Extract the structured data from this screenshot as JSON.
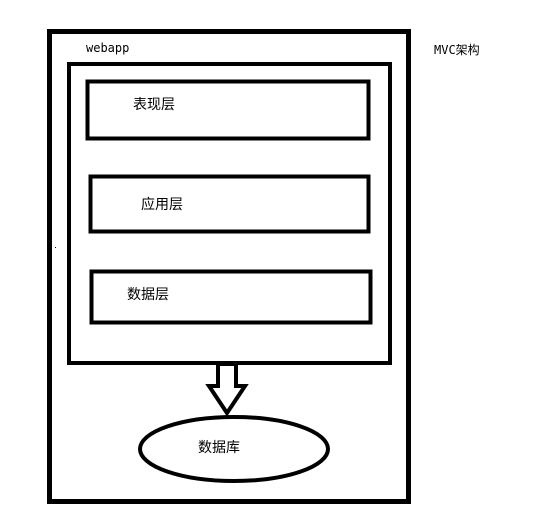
{
  "diagram": {
    "title": "MVC架构",
    "container_label": "webapp",
    "layers": [
      {
        "label": "表现层"
      },
      {
        "label": "应用层"
      },
      {
        "label": "数据层"
      }
    ],
    "database_label": "数据库",
    "colors": {
      "stroke": "#000000",
      "background": "#ffffff",
      "text": "#000000"
    }
  }
}
